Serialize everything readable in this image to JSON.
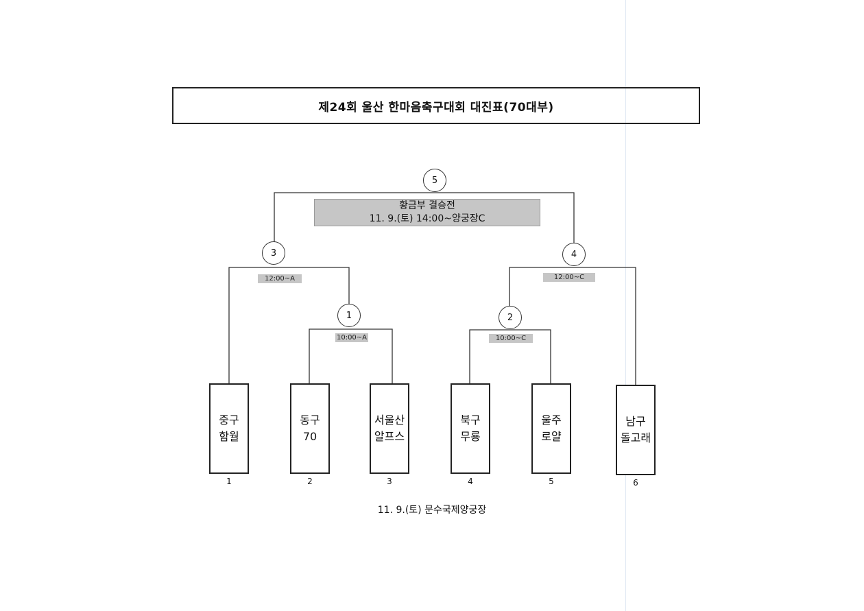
{
  "title": "제24회 울산 한마음축구대회 대진표(70대부)",
  "final": {
    "match_number": "5",
    "label": "황금부 결승전",
    "schedule": "11. 9.(토) 14:00~양궁장C"
  },
  "semifinals": [
    {
      "match_number": "3",
      "time": "12:00~A"
    },
    {
      "match_number": "4",
      "time": "12:00~C"
    }
  ],
  "first_round": [
    {
      "match_number": "1",
      "time": "10:00~A"
    },
    {
      "match_number": "2",
      "time": "10:00~C"
    }
  ],
  "teams": [
    {
      "line1": "중구",
      "line2": "함월",
      "seed": "1"
    },
    {
      "line1": "동구",
      "line2": "70",
      "seed": "2"
    },
    {
      "line1": "서울산",
      "line2": "알프스",
      "seed": "3"
    },
    {
      "line1": "북구",
      "line2": "무룡",
      "seed": "4"
    },
    {
      "line1": "울주",
      "line2": "로얄",
      "seed": "5"
    },
    {
      "line1": "남구",
      "line2": "돌고래",
      "seed": "6"
    }
  ],
  "venue_note": "11. 9.(토) 문수국제양궁장"
}
